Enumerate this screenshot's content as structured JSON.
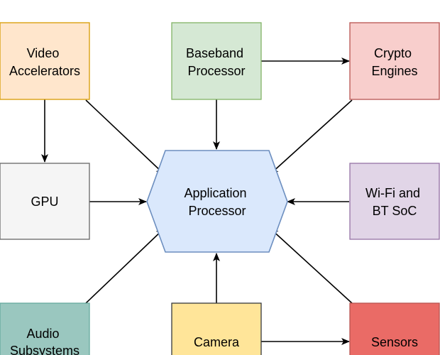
{
  "diagram": {
    "nodes": {
      "video_accelerators": {
        "lines": [
          "Video",
          "Accelerators"
        ],
        "fill": "#ffe6cc",
        "stroke": "#d79b00"
      },
      "baseband_processor": {
        "lines": [
          "Baseband",
          "Processor"
        ],
        "fill": "#d5e8d4",
        "stroke": "#82b366"
      },
      "crypto_engines": {
        "lines": [
          "Crypto",
          "Engines"
        ],
        "fill": "#f8cecc",
        "stroke": "#b85450"
      },
      "gpu": {
        "lines": [
          "GPU"
        ],
        "fill": "#f5f5f5",
        "stroke": "#666666"
      },
      "application_processor": {
        "lines": [
          "Application",
          "Processor"
        ],
        "fill": "#dae8fc",
        "stroke": "#6c8ebf"
      },
      "wifi_bt_soc": {
        "lines": [
          "Wi-Fi and",
          "BT SoC"
        ],
        "fill": "#e1d5e7",
        "stroke": "#9673a6"
      },
      "audio_subsystems": {
        "lines": [
          "Audio",
          "Subsystems"
        ],
        "fill": "#9ac7bf",
        "stroke": "#67ab9f"
      },
      "camera": {
        "lines": [
          "Camera"
        ],
        "fill": "#ffe599",
        "stroke": "#36393d"
      },
      "sensors": {
        "lines": [
          "Sensors"
        ],
        "fill": "#ea6b66",
        "stroke": "#b85450"
      }
    },
    "edges": [
      {
        "from": "video_accelerators",
        "to": "gpu"
      },
      {
        "from": "video_accelerators",
        "to": "application_processor"
      },
      {
        "from": "baseband_processor",
        "to": "crypto_engines"
      },
      {
        "from": "baseband_processor",
        "to": "application_processor"
      },
      {
        "from": "crypto_engines",
        "to": "application_processor"
      },
      {
        "from": "gpu",
        "to": "application_processor"
      },
      {
        "from": "wifi_bt_soc",
        "to": "application_processor"
      },
      {
        "from": "audio_subsystems",
        "to": "application_processor"
      },
      {
        "from": "camera",
        "to": "application_processor"
      },
      {
        "from": "camera",
        "to": "sensors"
      },
      {
        "from": "sensors",
        "to": "application_processor"
      }
    ],
    "edge_color": "#000000"
  }
}
